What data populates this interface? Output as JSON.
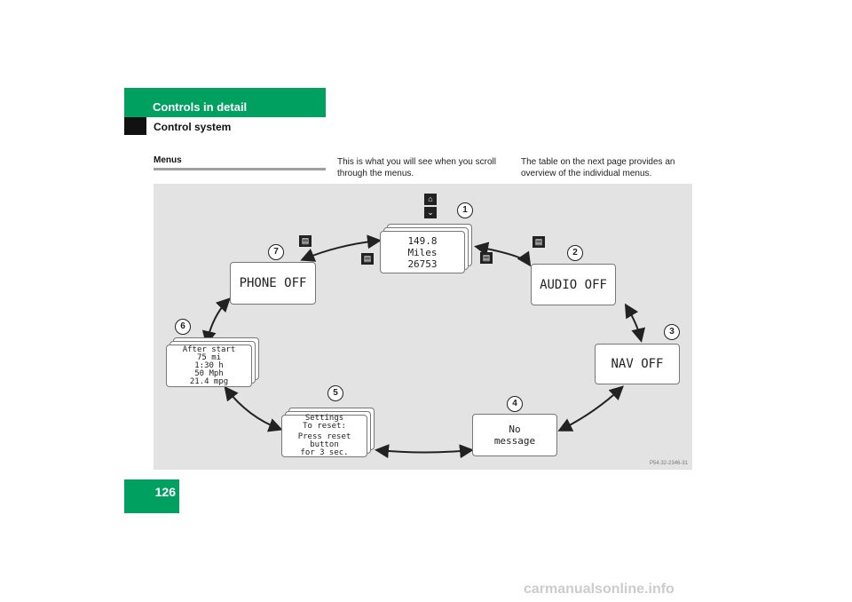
{
  "header": {
    "section": "Controls in detail",
    "subsection": "Control system"
  },
  "heading": "Menus",
  "intro": [
    "This is what you will see when you scroll through the menus.",
    "The table on the next page provides an overview of the individual menus."
  ],
  "figure": {
    "displays": [
      {
        "n": "1",
        "lines": [
          "149.8",
          "Miles",
          "26753"
        ]
      },
      {
        "n": "2",
        "lines": [
          "AUDIO OFF"
        ]
      },
      {
        "n": "3",
        "lines": [
          "NAV OFF"
        ]
      },
      {
        "n": "4",
        "lines": [
          "No",
          "message"
        ]
      },
      {
        "n": "5",
        "lines": [
          "Settings",
          "To reset:",
          "Press reset",
          "button",
          "for 3 sec."
        ]
      },
      {
        "n": "6",
        "lines": [
          "After start",
          "75 mi",
          "1:30 h",
          "50 Mph",
          "21.4 mpg"
        ]
      },
      {
        "n": "7",
        "lines": [
          "PHONE OFF"
        ]
      }
    ],
    "code": "P54.32-2346-31"
  },
  "page_number": "126",
  "watermark": "carmanualsonline.info"
}
